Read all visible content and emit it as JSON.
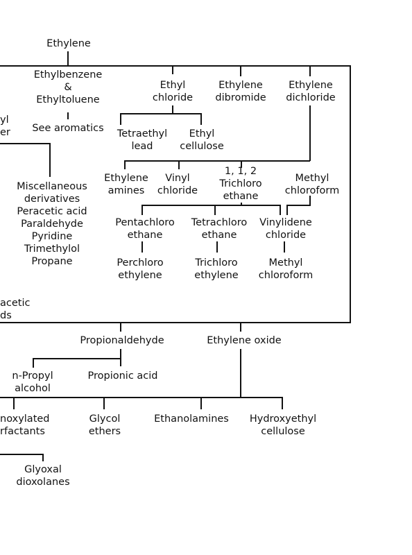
{
  "nodes": {
    "ethylene": [
      "Ethylene"
    ],
    "ethylbenzene": [
      "Ethylbenzene",
      "&",
      "Ethyltoluene"
    ],
    "see_aromatics": [
      "See aromatics"
    ],
    "left_frag_top": [
      "yl",
      "er"
    ],
    "ethyl_chloride": [
      "Ethyl",
      "chloride"
    ],
    "ethylene_dibromide": [
      "Ethylene",
      "dibromide"
    ],
    "ethylene_dichloride": [
      "Ethylene",
      "dichloride"
    ],
    "tetraethyl_lead": [
      "Tetraethyl",
      "lead"
    ],
    "ethyl_cellulose": [
      "Ethyl",
      "cellulose"
    ],
    "misc": [
      "Miscellaneous",
      "derivatives",
      "Peracetic acid",
      "Paraldehyde",
      "Pyridine",
      "Trimethylol",
      "Propane"
    ],
    "ethylene_amines": [
      "Ethylene",
      "amines"
    ],
    "vinyl_chloride": [
      "Vinyl",
      "chloride"
    ],
    "trichloroethane": [
      "1, 1, 2",
      "Trichloro",
      "ethane"
    ],
    "methyl_chloroform_top": [
      "Methyl",
      "chloroform"
    ],
    "pentachloroethane": [
      "Pentachloro",
      "ethane"
    ],
    "tetrachloroethane": [
      "Tetrachloro",
      "ethane"
    ],
    "vinylidene_chloride": [
      "Vinylidene",
      "chloride"
    ],
    "perchloroethylene": [
      "Perchloro",
      "ethylene"
    ],
    "trichloroethylene": [
      "Trichloro",
      "ethylene"
    ],
    "methyl_chloroform_bottom": [
      "Methyl",
      "chloroform"
    ],
    "acetic_frag": [
      "acetic",
      "ds"
    ],
    "propionaldehyde": [
      "Propionaldehyde"
    ],
    "ethylene_oxide": [
      "Ethylene oxide"
    ],
    "n_propyl_alcohol": [
      "n-Propyl",
      "alcohol"
    ],
    "propionic_acid": [
      "Propionic acid"
    ],
    "ethoxylated_frag": [
      "noxylated",
      "rfactants"
    ],
    "glycol_ethers": [
      "Glycol",
      "ethers"
    ],
    "ethanolamines": [
      "Ethanolamines"
    ],
    "hydroxyethyl_cellulose": [
      "Hydroxyethyl",
      "cellulose"
    ],
    "glyoxal": [
      "Glyoxal",
      "dioxolanes"
    ]
  }
}
